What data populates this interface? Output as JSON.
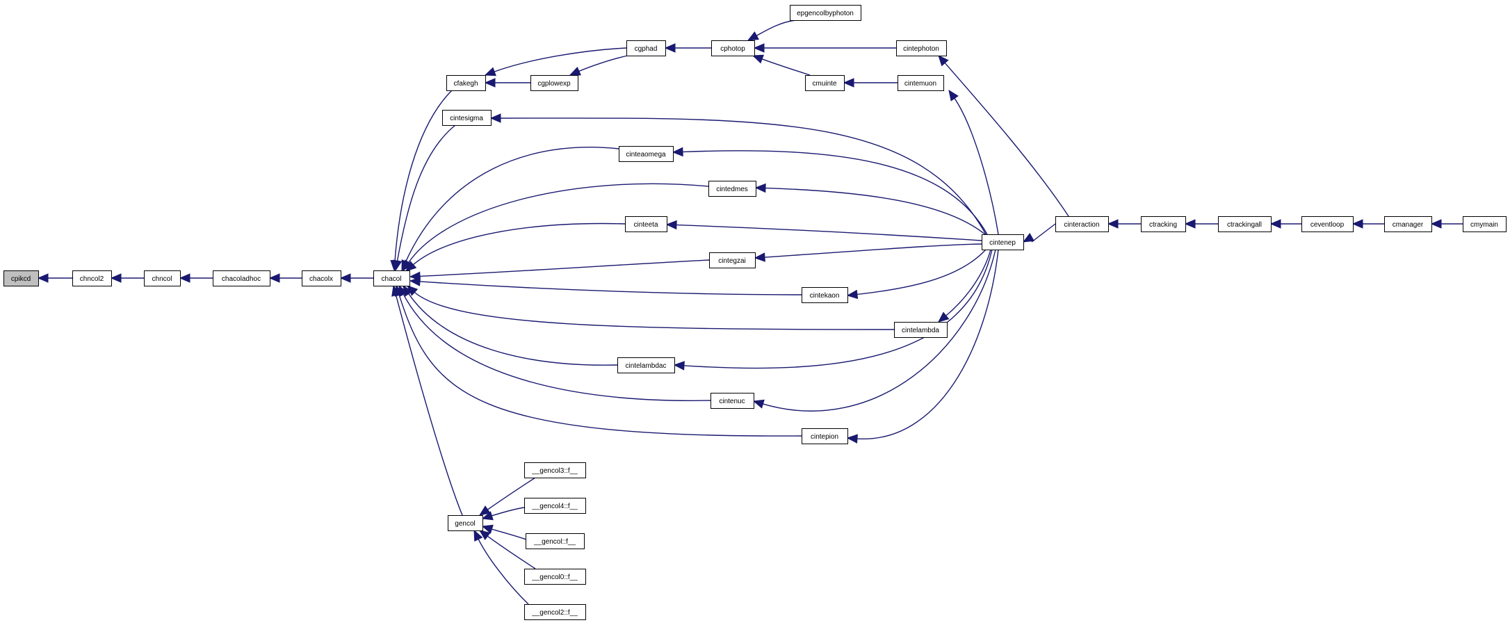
{
  "graph": {
    "title": "",
    "edge_color": "#191970",
    "root_fill": "#bfbfbf",
    "nodes": [
      {
        "id": "cpikcd",
        "label": "cpikcd",
        "root": true
      },
      {
        "id": "chncol2",
        "label": "chncol2"
      },
      {
        "id": "chncol",
        "label": "chncol"
      },
      {
        "id": "chacoladhoc",
        "label": "chacoladhoc"
      },
      {
        "id": "chacolx",
        "label": "chacolx"
      },
      {
        "id": "chacol",
        "label": "chacol"
      },
      {
        "id": "cfakegh",
        "label": "cfakegh"
      },
      {
        "id": "cgplowexp",
        "label": "cgplowexp"
      },
      {
        "id": "cgphad",
        "label": "cgphad"
      },
      {
        "id": "cphotop",
        "label": "cphotop"
      },
      {
        "id": "epgencolbyphoton",
        "label": "epgencolbyphoton"
      },
      {
        "id": "cintephoton",
        "label": "cintephoton"
      },
      {
        "id": "cmuinte",
        "label": "cmuinte"
      },
      {
        "id": "cintemuon",
        "label": "cintemuon"
      },
      {
        "id": "cintesigma",
        "label": "cintesigma"
      },
      {
        "id": "cinteaomega",
        "label": "cinteaomega"
      },
      {
        "id": "cintedmes",
        "label": "cintedmes"
      },
      {
        "id": "cinteeta",
        "label": "cinteeta"
      },
      {
        "id": "cintegzai",
        "label": "cintegzai"
      },
      {
        "id": "cintekaon",
        "label": "cintekaon"
      },
      {
        "id": "cintelambda",
        "label": "cintelambda"
      },
      {
        "id": "cintelambdac",
        "label": "cintelambdac"
      },
      {
        "id": "cintenuc",
        "label": "cintenuc"
      },
      {
        "id": "cintepion",
        "label": "cintepion"
      },
      {
        "id": "cintenep",
        "label": "cintenep"
      },
      {
        "id": "cinteraction",
        "label": "cinteraction"
      },
      {
        "id": "ctracking",
        "label": "ctracking"
      },
      {
        "id": "ctrackingall",
        "label": "ctrackingall"
      },
      {
        "id": "ceventloop",
        "label": "ceventloop"
      },
      {
        "id": "cmanager",
        "label": "cmanager"
      },
      {
        "id": "cmymain",
        "label": "cmymain"
      },
      {
        "id": "gencol",
        "label": "gencol"
      },
      {
        "id": "gencol3",
        "label": "__gencol3::f__"
      },
      {
        "id": "gencol4",
        "label": "__gencol4::f__"
      },
      {
        "id": "gencolf",
        "label": "__gencol::f__"
      },
      {
        "id": "gencol0",
        "label": "__gencol0::f__"
      },
      {
        "id": "gencol2",
        "label": "__gencol2::f__"
      }
    ],
    "edges": [
      {
        "from": "chncol2",
        "to": "cpikcd"
      },
      {
        "from": "chncol",
        "to": "chncol2"
      },
      {
        "from": "chacoladhoc",
        "to": "chncol"
      },
      {
        "from": "chacolx",
        "to": "chacoladhoc"
      },
      {
        "from": "chacol",
        "to": "chacolx"
      },
      {
        "from": "cfakegh",
        "to": "chacol"
      },
      {
        "from": "cintesigma",
        "to": "chacol"
      },
      {
        "from": "cinteaomega",
        "to": "chacol"
      },
      {
        "from": "cintedmes",
        "to": "chacol"
      },
      {
        "from": "cinteeta",
        "to": "chacol"
      },
      {
        "from": "cintegzai",
        "to": "chacol"
      },
      {
        "from": "cintekaon",
        "to": "chacol"
      },
      {
        "from": "cintelambda",
        "to": "chacol"
      },
      {
        "from": "cintelambdac",
        "to": "chacol"
      },
      {
        "from": "cintenuc",
        "to": "chacol"
      },
      {
        "from": "cintepion",
        "to": "chacol"
      },
      {
        "from": "gencol",
        "to": "chacol"
      },
      {
        "from": "cgplowexp",
        "to": "cfakegh"
      },
      {
        "from": "cgphad",
        "to": "cfakegh"
      },
      {
        "from": "cgphad",
        "to": "cgplowexp"
      },
      {
        "from": "cphotop",
        "to": "cgphad"
      },
      {
        "from": "epgencolbyphoton",
        "to": "cphotop"
      },
      {
        "from": "cintephoton",
        "to": "cphotop"
      },
      {
        "from": "cmuinte",
        "to": "cphotop"
      },
      {
        "from": "cintemuon",
        "to": "cmuinte"
      },
      {
        "from": "cinteraction",
        "to": "cintephoton"
      },
      {
        "from": "cintenep",
        "to": "cintemuon"
      },
      {
        "from": "cintenep",
        "to": "cintesigma"
      },
      {
        "from": "cintenep",
        "to": "cinteaomega"
      },
      {
        "from": "cintenep",
        "to": "cintedmes"
      },
      {
        "from": "cintenep",
        "to": "cinteeta"
      },
      {
        "from": "cintenep",
        "to": "cintegzai"
      },
      {
        "from": "cintenep",
        "to": "cintekaon"
      },
      {
        "from": "cintenep",
        "to": "cintelambda"
      },
      {
        "from": "cintenep",
        "to": "cintelambdac"
      },
      {
        "from": "cintenep",
        "to": "cintenuc"
      },
      {
        "from": "cintenep",
        "to": "cintepion"
      },
      {
        "from": "cinteraction",
        "to": "cintenep"
      },
      {
        "from": "ctracking",
        "to": "cinteraction"
      },
      {
        "from": "ctrackingall",
        "to": "ctracking"
      },
      {
        "from": "ceventloop",
        "to": "ctrackingall"
      },
      {
        "from": "cmanager",
        "to": "ceventloop"
      },
      {
        "from": "cmymain",
        "to": "cmanager"
      },
      {
        "from": "gencol3",
        "to": "gencol"
      },
      {
        "from": "gencol4",
        "to": "gencol"
      },
      {
        "from": "gencolf",
        "to": "gencol"
      },
      {
        "from": "gencol0",
        "to": "gencol"
      },
      {
        "from": "gencol2",
        "to": "gencol"
      }
    ]
  }
}
